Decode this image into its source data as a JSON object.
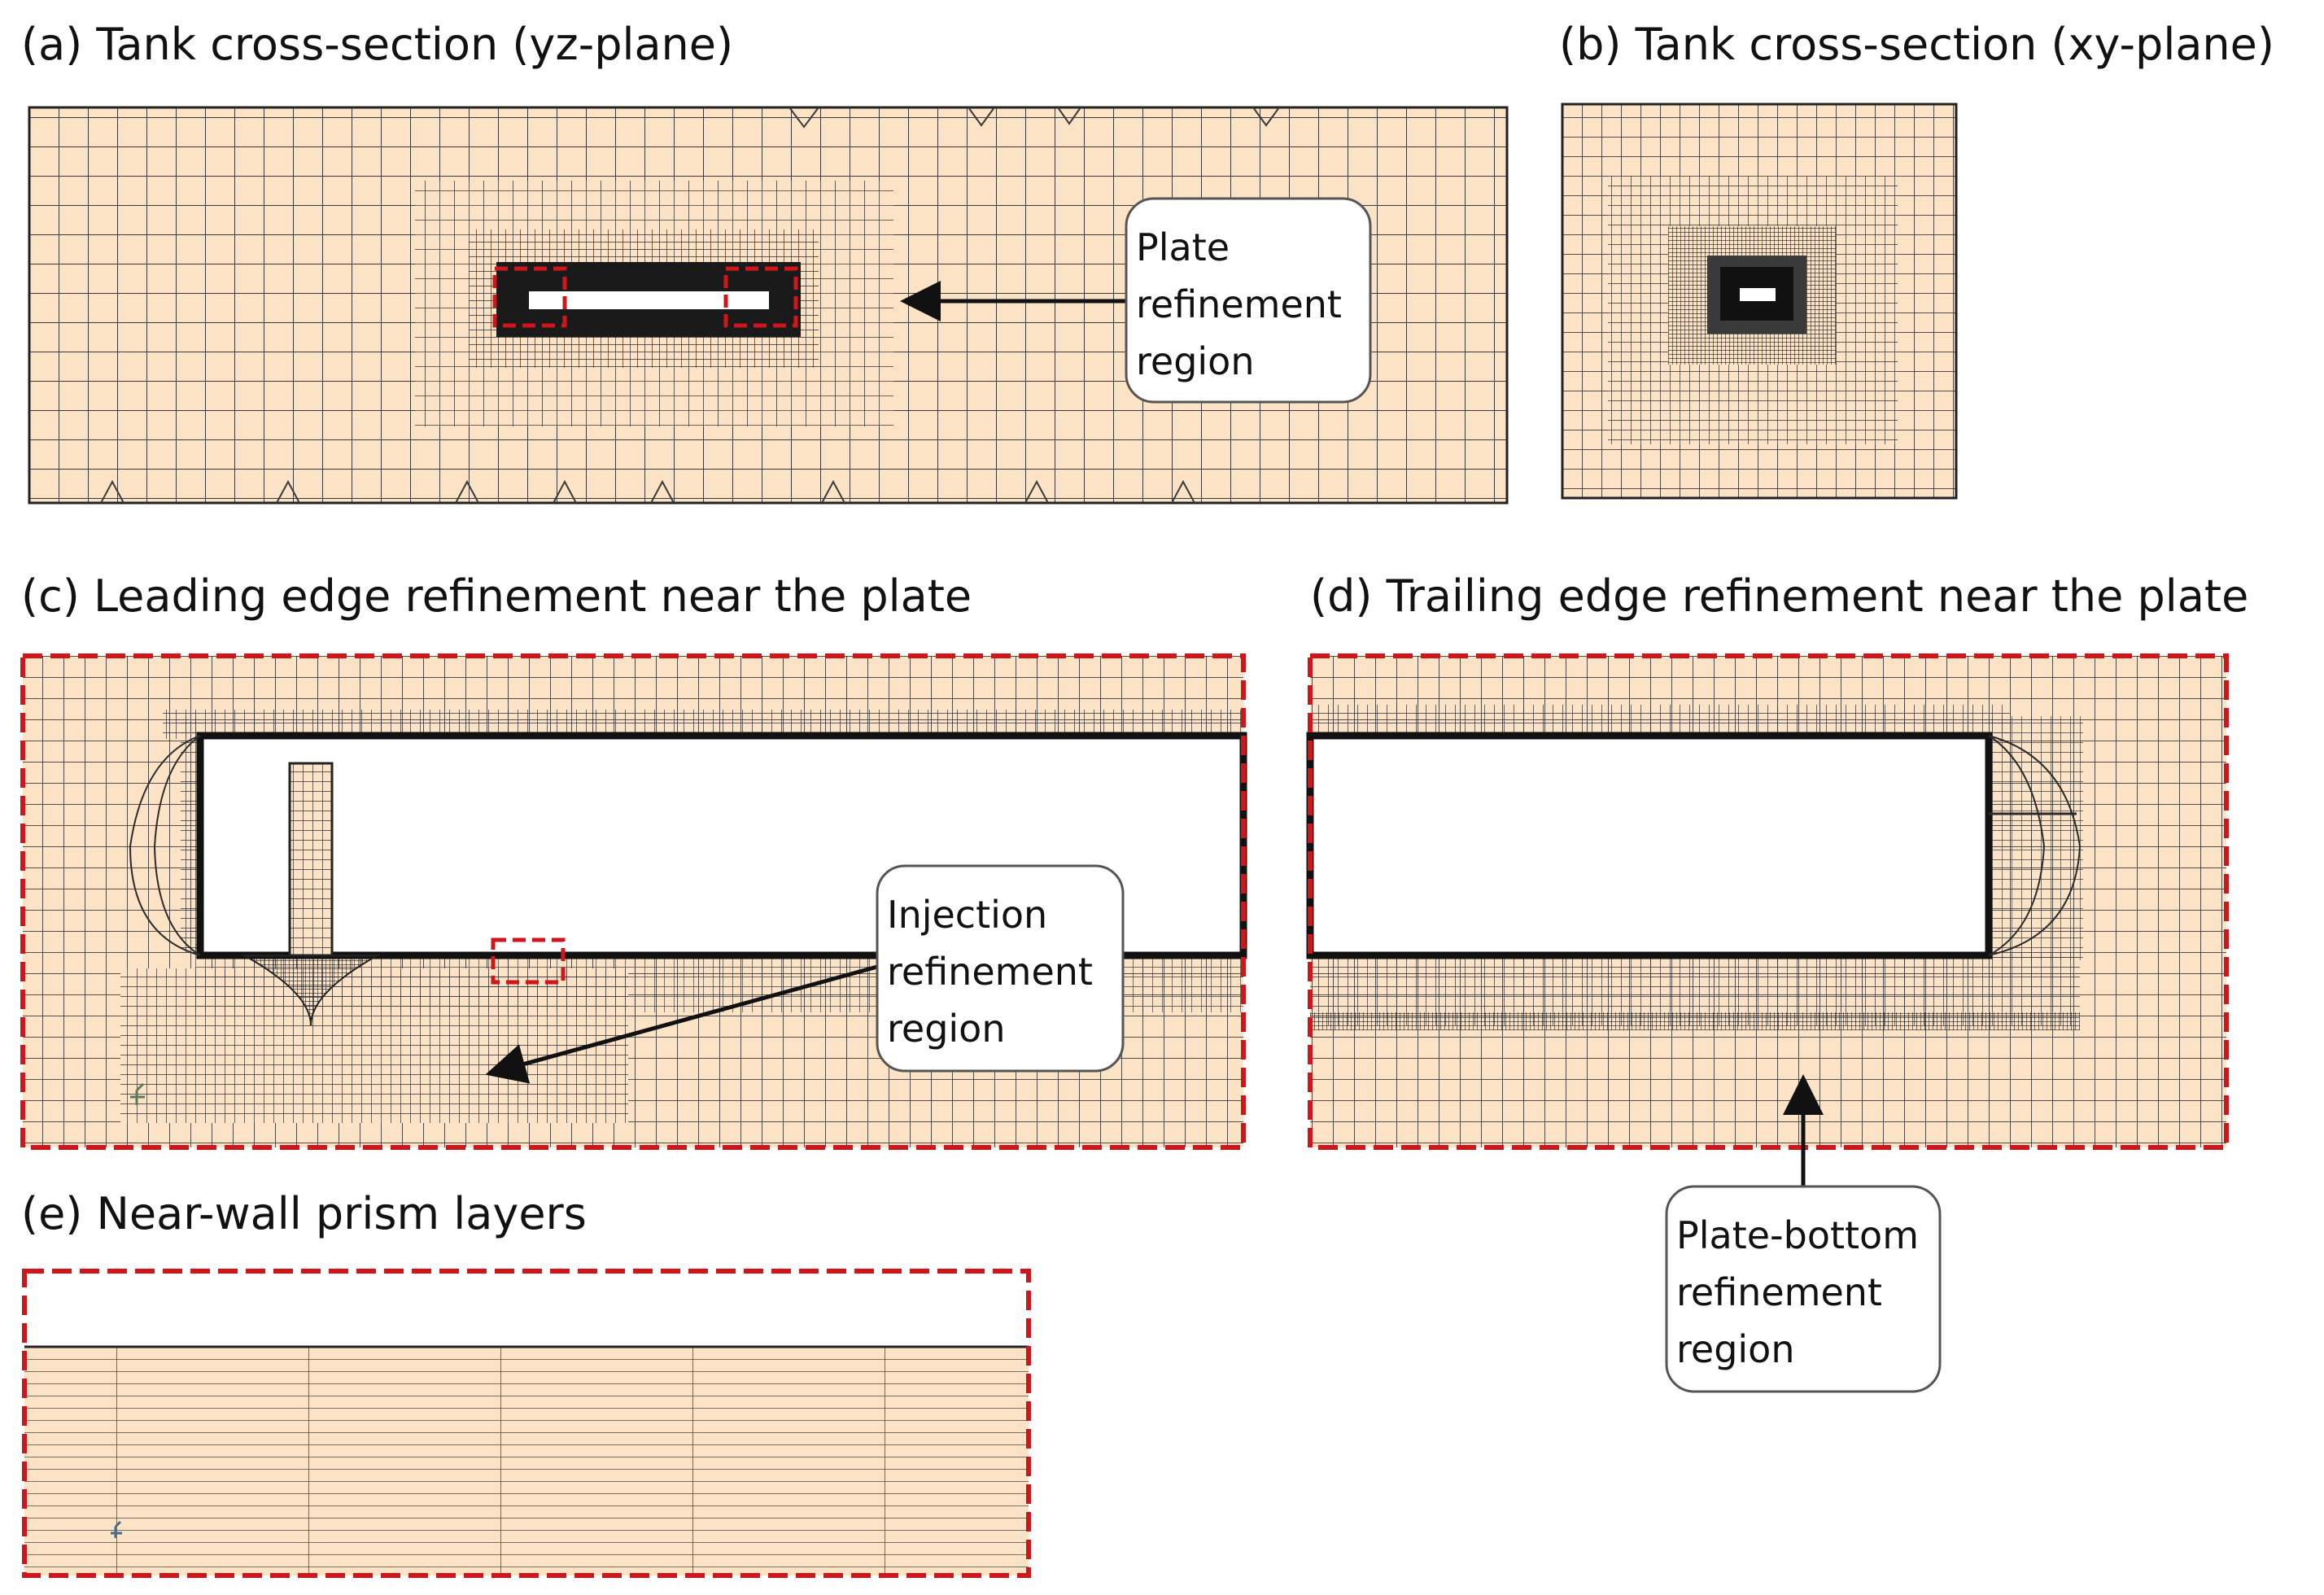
{
  "panels": {
    "a": {
      "caption": "(a) Tank cross-section (yz-plane)"
    },
    "b": {
      "caption": "(b) Tank cross-section (xy-plane)"
    },
    "c": {
      "caption": "(c) Leading edge refinement near the plate"
    },
    "d": {
      "caption": "(d) Trailing edge refinement near the plate"
    },
    "e": {
      "caption": "(e) Near-wall prism layers"
    }
  },
  "callouts": {
    "plate": {
      "lines": [
        "Plate",
        "refinement",
        "region"
      ]
    },
    "injection": {
      "lines": [
        "Injection",
        "refinement",
        "region"
      ]
    },
    "plate_bottom": {
      "lines": [
        "Plate-bottom",
        "refinement",
        "region"
      ]
    }
  },
  "colors": {
    "mesh_fill": "#FCE3C6",
    "mesh_line": "#3a3a3a",
    "dense_mesh": "#1a1a1a",
    "highlight_box": "#D0161B",
    "plate": "#ffffff",
    "callout_border": "#555555"
  }
}
